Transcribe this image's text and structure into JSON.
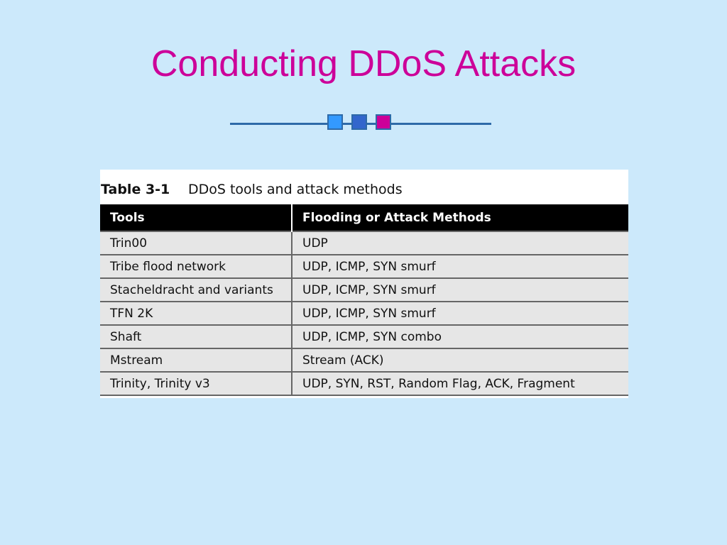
{
  "slide": {
    "title": "Conducting DDoS Attacks"
  },
  "colors": {
    "background": "#cce9fb",
    "title": "#cc0099",
    "divider_line": "#2e6aa8",
    "square_1": "#3399ff",
    "square_2": "#3366cc",
    "square_3": "#cc0099"
  },
  "table": {
    "caption_label": "Table 3-1",
    "caption_text": "DDoS tools and attack methods",
    "headers": [
      "Tools",
      "Flooding or Attack Methods"
    ],
    "rows": [
      [
        "Trin00",
        "UDP"
      ],
      [
        "Tribe flood network",
        "UDP, ICMP, SYN smurf"
      ],
      [
        "Stacheldracht and variants",
        "UDP, ICMP, SYN smurf"
      ],
      [
        "TFN 2K",
        "UDP, ICMP, SYN smurf"
      ],
      [
        "Shaft",
        "UDP, ICMP, SYN combo"
      ],
      [
        "Mstream",
        "Stream (ACK)"
      ],
      [
        "Trinity, Trinity v3",
        "UDP, SYN, RST, Random Flag, ACK, Fragment"
      ]
    ]
  }
}
